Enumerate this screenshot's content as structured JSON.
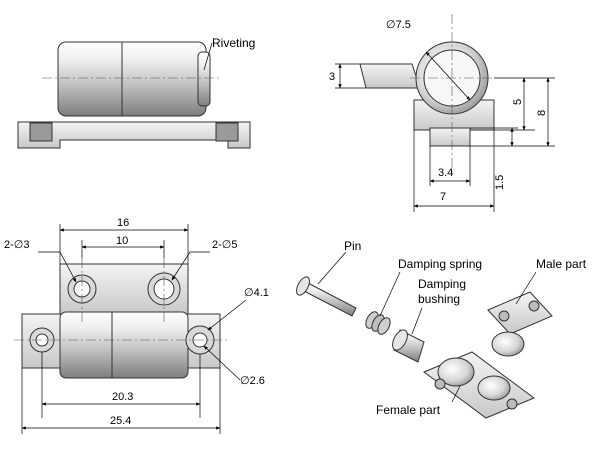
{
  "labels": {
    "riveting": "Riveting",
    "pin": "Pin",
    "damping_spring": "Damping spring",
    "damping_bushing_line1": "Damping",
    "damping_bushing_line2": "bushing",
    "male_part": "Male part",
    "female_part": "Female part"
  },
  "dimensions": {
    "side_diameter": "∅7.5",
    "side_height_3": "3",
    "side_height_5": "5",
    "side_height_8": "8",
    "side_width_3_4": "3.4",
    "side_height_1_5": "1.5",
    "side_width_7": "7",
    "top_width_16": "16",
    "top_width_10": "10",
    "holes_2x3": "2-∅3",
    "holes_2x5": "2-∅5",
    "hole_4_1": "∅4.1",
    "hole_2_6": "∅2.6",
    "length_20_3": "20.3",
    "length_25_4": "25.4"
  }
}
